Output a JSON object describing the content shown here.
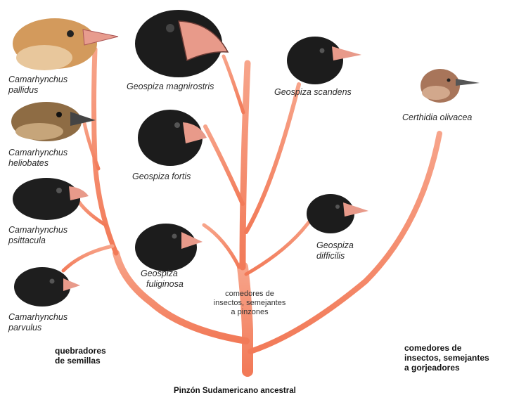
{
  "species": {
    "c_pallidus": [
      "Camarhynchus",
      "pallidus"
    ],
    "c_heliobates": [
      "Camarhynchus",
      "heliobates"
    ],
    "c_psittacula": [
      "Camarhynchus",
      "psittacula"
    ],
    "c_parvulus": [
      "Camarhynchus",
      "parvulus"
    ],
    "g_magnirostris": "Geospiza magnirostris",
    "g_scandens": "Geospiza scandens",
    "g_fortis": "Geospiza fortis",
    "g_fuliginosa": [
      "Geospiza",
      "fuliginosa"
    ],
    "g_difficilis": [
      "Geospiza",
      "difficilis"
    ],
    "c_olivacea": "Certhidia olivacea"
  },
  "groups": {
    "seed_crushers": [
      "quebradores",
      "de semillas"
    ],
    "insect_finches": [
      "comedores de",
      "insectos, semejantes",
      "a pinzones"
    ],
    "warbler_like": [
      "comedores de",
      "insectos, semejantes",
      "a gorjeadores"
    ]
  },
  "ancestor": "Pinzón Sudamericano ancestral",
  "colors": {
    "branch": "#f58a6a",
    "black_finch": "#1c1c1c",
    "brown_finch": "#c98d55",
    "olive_finch": "#a8755a",
    "beak": "#e89a8a"
  }
}
